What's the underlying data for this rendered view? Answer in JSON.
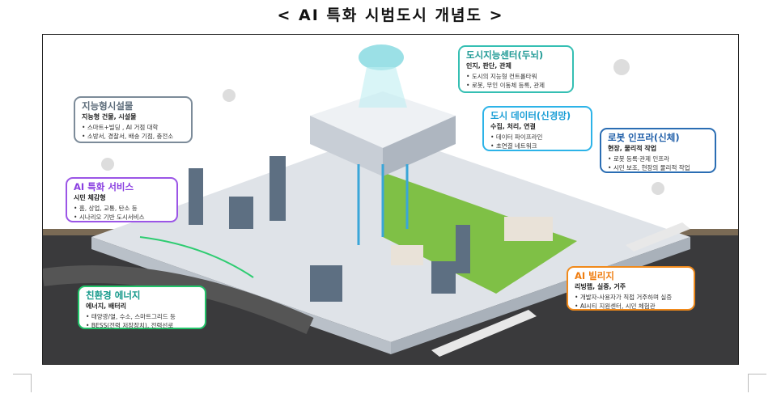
{
  "title": "< AI 특화 시범도시 개념도 >",
  "callouts": [
    {
      "id": "brain",
      "title": "도시지능센터(두뇌)",
      "subtitle": "인지, 판단, 관제",
      "items": [
        "도시의 지능형 컨트롤타워",
        "로봇, 무인 이동체 등록, 관제"
      ],
      "color": "#35bfb3"
    },
    {
      "id": "data",
      "title": "도시 데이터(신경망)",
      "subtitle": "수집, 처리, 연결",
      "items": [
        "데이터 파이프라인",
        "초연결 네트워크"
      ],
      "color": "#2cb3e8"
    },
    {
      "id": "facility",
      "title": "지능형시설물",
      "subtitle": "지능형 건물, 시설물",
      "items": [
        "스마트+빌딩 , AI 거점 대학",
        "소방서, 경찰서, 배송 기점, 충전소"
      ],
      "color": "#7c8b99"
    },
    {
      "id": "service",
      "title": "AI 특화 서비스",
      "subtitle": "시민 체감형",
      "items": [
        "홈, 상업, 교통, 탄소 등",
        "시나리오 기반 도시서비스"
      ],
      "color": "#9b55e6"
    },
    {
      "id": "robot",
      "title": "로봇 인프라(신체)",
      "subtitle": "현장, 물리적 작업",
      "items": [
        "로봇 등록·관제 인프라",
        "시민 보조, 현장의 물리적 작업"
      ],
      "color": "#2a6db3"
    },
    {
      "id": "energy",
      "title": "친환경 에너지",
      "subtitle": "에너지, 배터리",
      "items": [
        "태양광/열, 수소, 스마트그리드 등",
        "BESS(전력 저장장치), 전력선로"
      ],
      "color": "#22c46a"
    },
    {
      "id": "village",
      "title": "AI 빌리지",
      "subtitle": "리빙랩, 실증, 거주",
      "items": [
        "개발자-사용자가 직접 거주하며 실증",
        "AI시티 지원센터, 시민 체험관"
      ],
      "color": "#f0891a"
    }
  ]
}
